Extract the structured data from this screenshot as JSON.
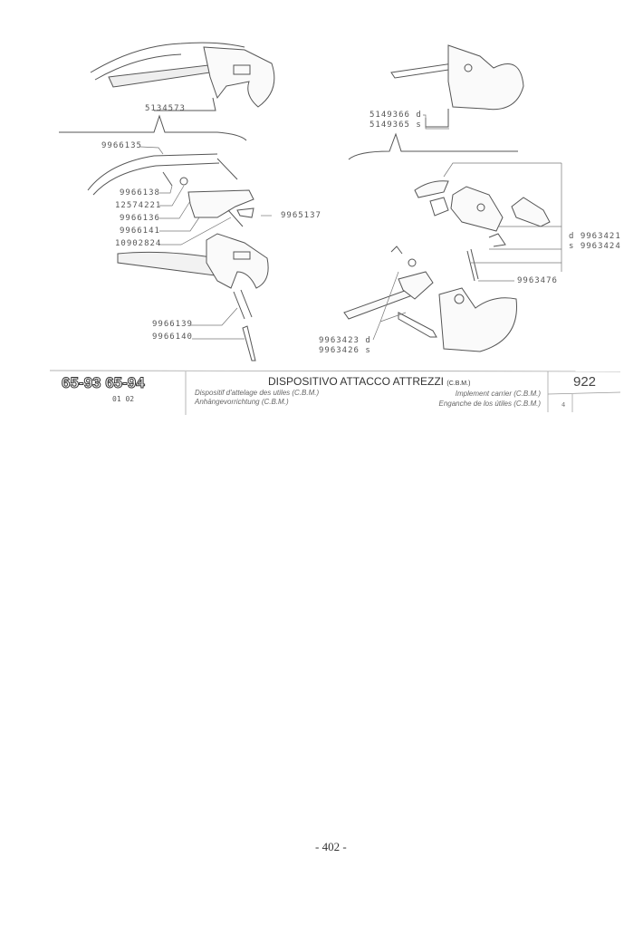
{
  "labels": {
    "p5134573": "5134573",
    "p5149366": "5149366 d",
    "p5149365": "5149365 s",
    "p9966135": "9966135",
    "p9966138": "9966138",
    "p12574221": "12574221",
    "p9966136": "9966136",
    "p9966141": "9966141",
    "p10902824": "10902824",
    "p9965137": "9965137",
    "p9966139": "9966139",
    "p9966140": "9966140",
    "p9963421": "d 9963421",
    "p9963424": "s 9963424",
    "p9963476": "9963476",
    "p9963423": "9963423  d",
    "p9963426": "9963426  s"
  },
  "footer": {
    "models": "65-93 65-94",
    "date": "01 02",
    "title": "DISPOSITIVO ATTACCO ATTREZZI",
    "title_suffix": "(C.B.M.)",
    "fr": "Dispositif d'attelage des utiles (C.B.M.)",
    "de": "Anhängevorrichtung (C.B.M.)",
    "en": "Implement carrier (C.B.M.)",
    "es": "Enganche de los útiles (C.B.M.)",
    "table_number": "922",
    "sheet": "4"
  },
  "page_number": "- 402 -"
}
